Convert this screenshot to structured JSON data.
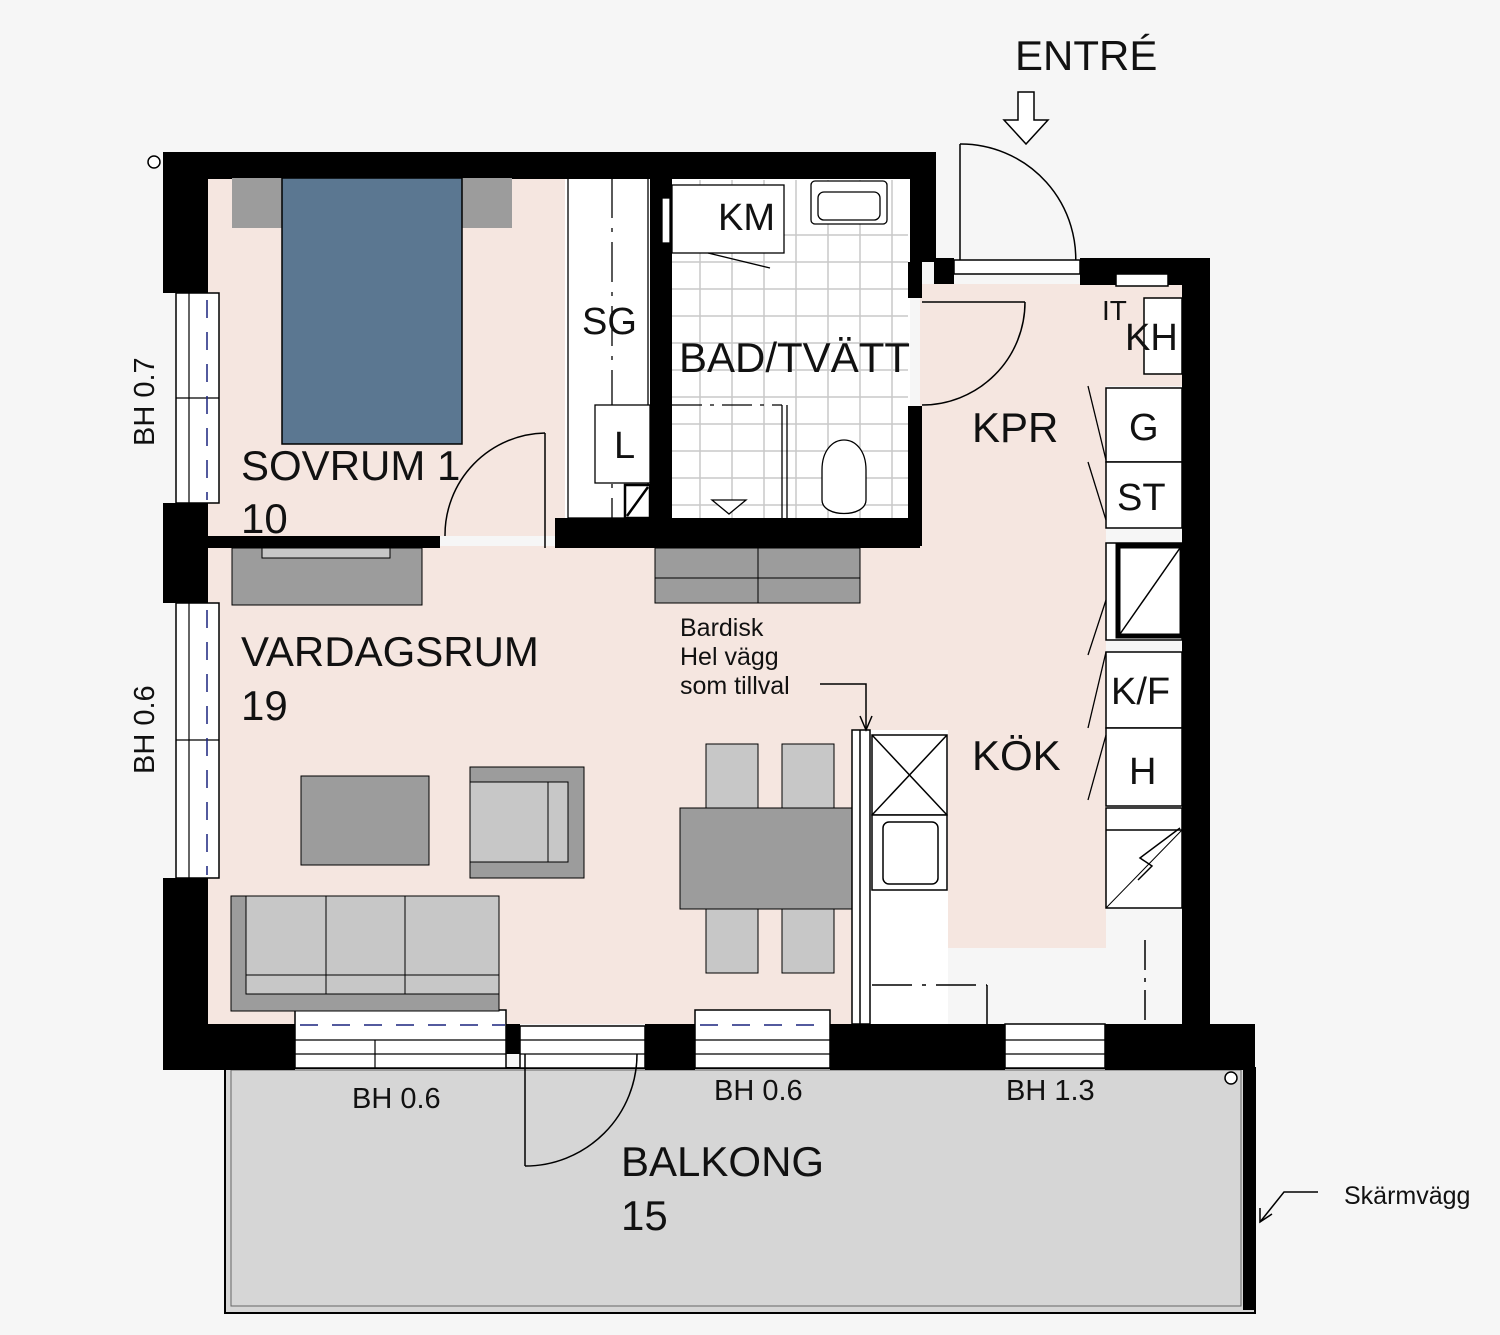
{
  "labels": {
    "entrance": "ENTRÉ",
    "bedroom_name": "SOVRUM 1",
    "bedroom_area": "10",
    "living_name": "VARDAGSRUM",
    "living_area": "19",
    "bath_name": "BAD/TVÄTT",
    "kpr": "KPR",
    "kitchen": "KÖK",
    "balcony_name": "BALKONG",
    "balcony_area": "15",
    "sg": "SG",
    "l": "L",
    "km": "KM",
    "it": "IT",
    "kh": "KH",
    "g": "G",
    "st": "ST",
    "kf": "K/F",
    "h": "H",
    "bar_line1": "Bardisk",
    "bar_line2": "Hel vägg",
    "bar_line3": "som tillval",
    "screen_wall": "Skärmvägg",
    "bh_bed_window": "BH 0.7",
    "bh_living_window": "BH 0.6",
    "bh_south_left": "BH 0.6",
    "bh_south_mid": "BH 0.6",
    "bh_south_right": "BH 1.3"
  },
  "colors": {
    "room_fill": "#f5e6e0",
    "wall": "#000000",
    "bed": "#5b7791",
    "furniture_dark": "#9c9c9c",
    "furniture_light": "#c7c7c7",
    "balcony": "#d6d6d6",
    "tile_line": "#c9c9c9"
  }
}
